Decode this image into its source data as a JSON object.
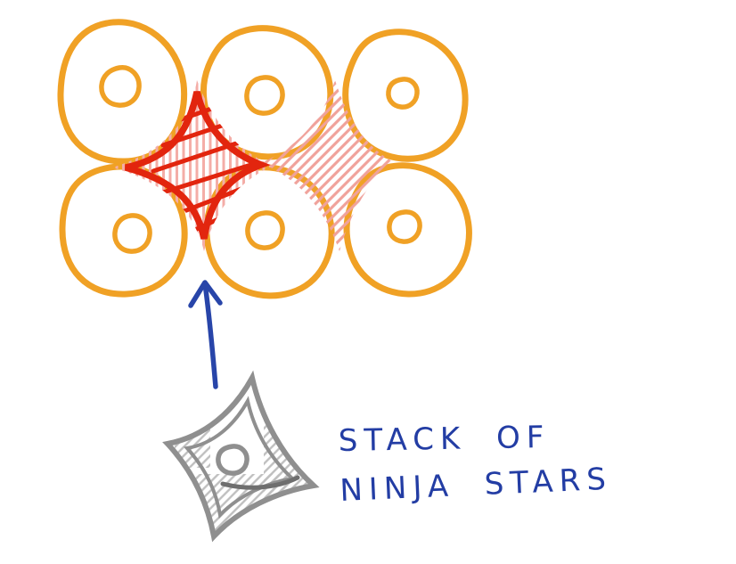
{
  "annotation": {
    "line1": "STACK OF",
    "line2": "NINJA STARS"
  },
  "figure": {
    "donut_grid": {
      "rows": 2,
      "columns": 3,
      "count": 6
    },
    "gaps": [
      {
        "position": "left",
        "outline": "bold",
        "hatch_direction": "vertical-with-bold-diagonal-strokes"
      },
      {
        "position": "right",
        "outline": "none",
        "hatch_direction": "diagonal"
      }
    ],
    "colors": {
      "donut_orange": "#F0A125",
      "gap_red": "#E2250E",
      "hatch_pink_left": "#F4ADA7",
      "hatch_pink_right": "#F0A29B",
      "arrow_blue": "#2845A9",
      "text_blue": "#233DA4",
      "ninja_star_gray": "#8F8F8F",
      "ninja_hatch_gray": "#BFBFBF"
    }
  }
}
